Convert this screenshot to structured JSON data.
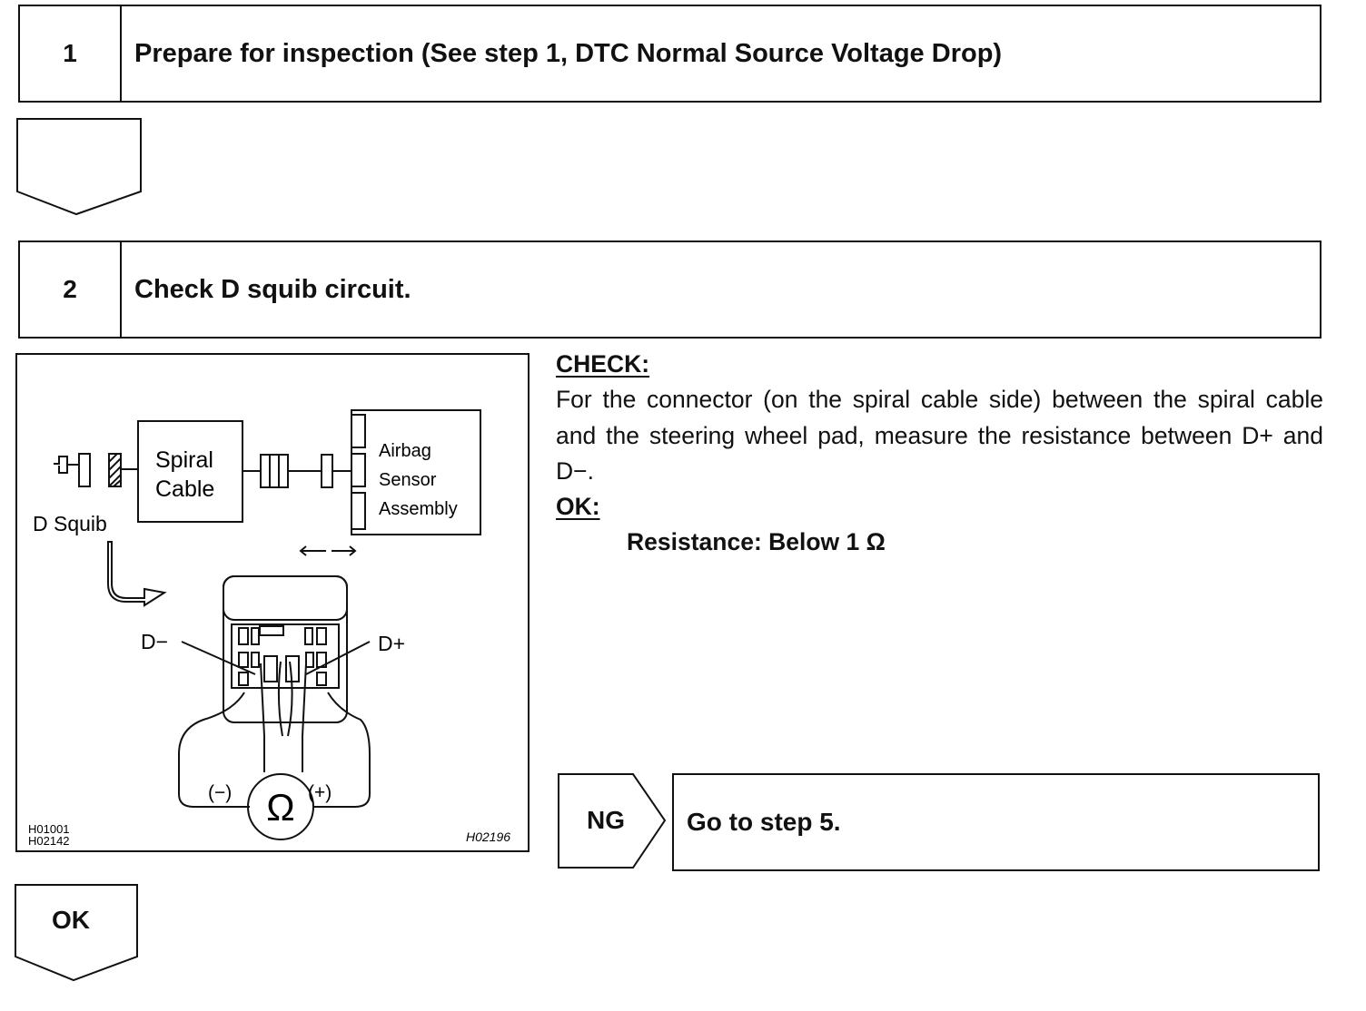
{
  "step1": {
    "number": "1",
    "title": "Prepare for inspection (See step 1, DTC Normal Source Voltage Drop)"
  },
  "step2": {
    "number": "2",
    "title": "Check D squib circuit."
  },
  "figure": {
    "spiral_cable": [
      "Spiral",
      "Cable"
    ],
    "airbag_sensor": [
      "Airbag",
      "Sensor",
      "Assembly"
    ],
    "d_squib": "D Squib",
    "d_minus": "D−",
    "d_plus": "D+",
    "minus": "(−)",
    "plus": "(+)",
    "ohm": "Ω",
    "code1": "H01001",
    "code2": "H02142",
    "code3": "H02196"
  },
  "check": {
    "heading": "CHECK:",
    "body": "For the connector (on the spiral cable side) between the spiral cable and the steering wheel pad, measure the resistance between D+ and D−.",
    "ok_heading": "OK:",
    "ok_value": "Resistance: Below 1 Ω"
  },
  "ng": {
    "label": "NG",
    "result": "Go to step 5."
  },
  "ok": {
    "label": "OK"
  }
}
